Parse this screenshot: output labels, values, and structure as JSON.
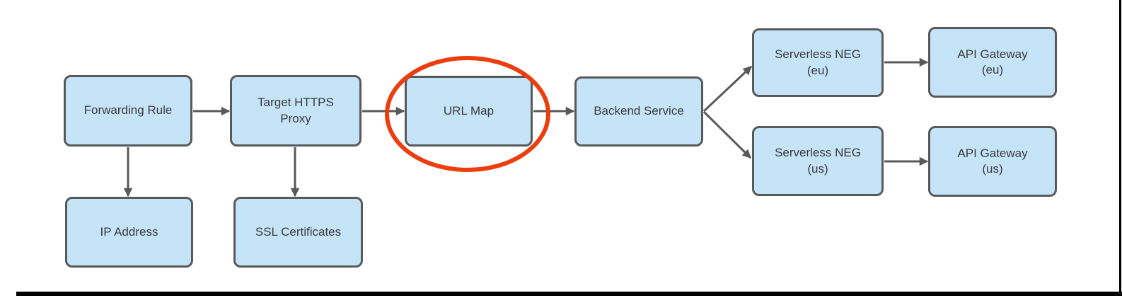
{
  "diagram": {
    "background_color": "#FFFFFF",
    "node_fill_color": "#C6E4F8",
    "node_border_color": "#58595B",
    "node_text_color": "#3A3A3C",
    "arrow_color": "#58595B",
    "highlight_color": "#EE3D0D",
    "frame_color": "#000000"
  },
  "nodes": [
    {
      "id": "forwarding-rule",
      "label": "Forwarding Rule"
    },
    {
      "id": "target-https-proxy",
      "label": "Target HTTPS\nProxy"
    },
    {
      "id": "url-map",
      "label": "URL Map",
      "highlighted": true
    },
    {
      "id": "backend-service",
      "label": "Backend Service"
    },
    {
      "id": "serverless-neg-eu",
      "label": "Serverless NEG\n(eu)"
    },
    {
      "id": "api-gateway-eu",
      "label": "API Gateway\n(eu)"
    },
    {
      "id": "serverless-neg-us",
      "label": "Serverless NEG\n(us)"
    },
    {
      "id": "api-gateway-us",
      "label": "API Gateway\n(us)"
    },
    {
      "id": "ip-address",
      "label": "IP Address"
    },
    {
      "id": "ssl-certificates",
      "label": "SSL Certificates"
    }
  ],
  "edges": [
    {
      "from": "forwarding-rule",
      "to": "target-https-proxy",
      "direction": "right"
    },
    {
      "from": "target-https-proxy",
      "to": "url-map",
      "direction": "right"
    },
    {
      "from": "url-map",
      "to": "backend-service",
      "direction": "right"
    },
    {
      "from": "forwarding-rule",
      "to": "ip-address",
      "direction": "down"
    },
    {
      "from": "target-https-proxy",
      "to": "ssl-certificates",
      "direction": "down"
    },
    {
      "from": "backend-service",
      "to": "serverless-neg-eu",
      "direction": "up-right"
    },
    {
      "from": "backend-service",
      "to": "serverless-neg-us",
      "direction": "down-right"
    },
    {
      "from": "serverless-neg-eu",
      "to": "api-gateway-eu",
      "direction": "right"
    },
    {
      "from": "serverless-neg-us",
      "to": "api-gateway-us",
      "direction": "right"
    }
  ],
  "annotation": {
    "shape": "ellipse",
    "around": "url-map",
    "color": "#EE3D0D"
  }
}
